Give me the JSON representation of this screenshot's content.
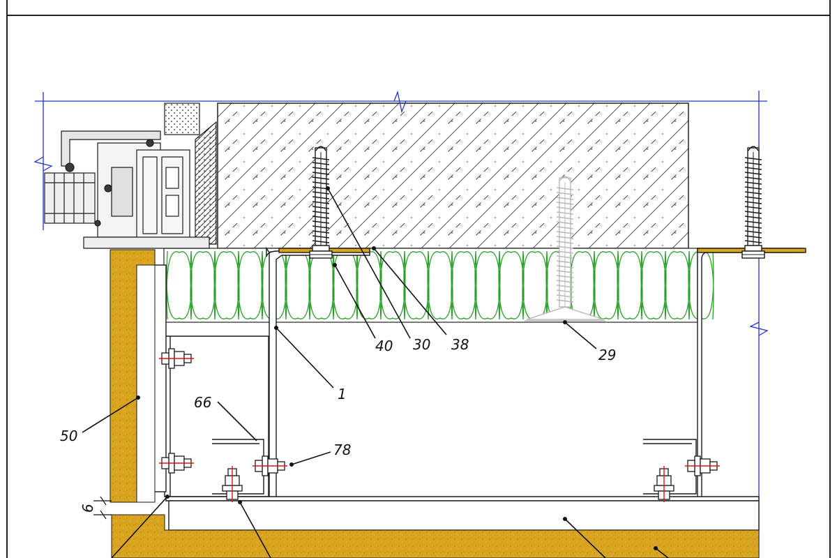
{
  "title": "",
  "callouts": [
    {
      "id": "c1",
      "label": "1"
    },
    {
      "id": "c29",
      "label": "29"
    },
    {
      "id": "c30",
      "label": "30"
    },
    {
      "id": "c38",
      "label": "38"
    },
    {
      "id": "c40",
      "label": "40"
    },
    {
      "id": "c50",
      "label": "50"
    },
    {
      "id": "c66",
      "label": "66"
    },
    {
      "id": "c78",
      "label": "78"
    }
  ],
  "dimensions": [
    {
      "id": "joint-gap",
      "label": "6"
    }
  ],
  "colors": {
    "line": "#1a1a1a",
    "dimension": "#2233cc",
    "insulation": "#2aa02a",
    "cladding": "#d9a520",
    "bolt_axis": "#e01010",
    "ghost_anchor": "#b8b8b8",
    "window_gasket": "#3a3a3a",
    "frame_fill": "#f4f4f4"
  }
}
